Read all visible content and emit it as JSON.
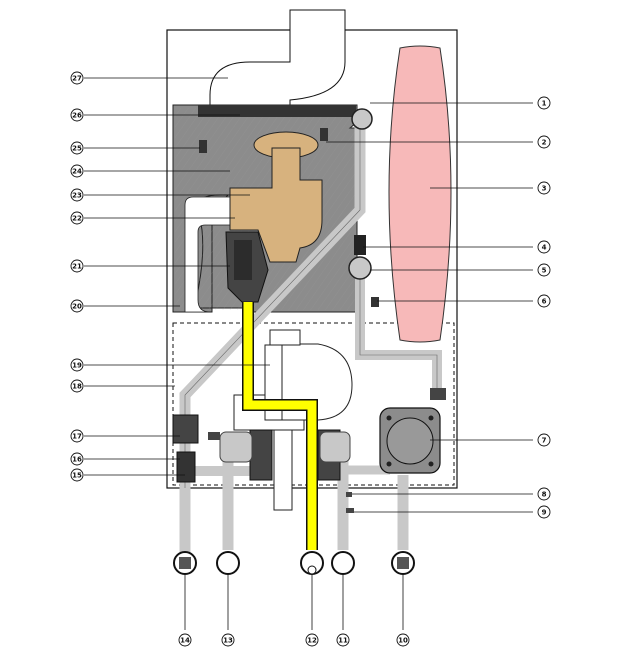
{
  "diagram": {
    "colors": {
      "outline": "#111111",
      "housing": "#ffffff",
      "chamber": "#8c8c8c",
      "burner": "#d7b27e",
      "expansion_vessel": "#f7b9b9",
      "gas_pipe": "#ffff00",
      "water_pipe": "#c8c8c8",
      "dark_part": "#444444"
    },
    "callouts": [
      {
        "num": "1"
      },
      {
        "num": "2"
      },
      {
        "num": "3"
      },
      {
        "num": "4"
      },
      {
        "num": "5"
      },
      {
        "num": "6"
      },
      {
        "num": "7"
      },
      {
        "num": "8"
      },
      {
        "num": "9"
      },
      {
        "num": "10"
      },
      {
        "num": "11"
      },
      {
        "num": "12"
      },
      {
        "num": "13"
      },
      {
        "num": "14"
      },
      {
        "num": "15"
      },
      {
        "num": "16"
      },
      {
        "num": "17"
      },
      {
        "num": "18"
      },
      {
        "num": "19"
      },
      {
        "num": "20"
      },
      {
        "num": "21"
      },
      {
        "num": "22"
      },
      {
        "num": "23"
      },
      {
        "num": "24"
      },
      {
        "num": "25"
      },
      {
        "num": "26"
      },
      {
        "num": "27"
      }
    ]
  }
}
